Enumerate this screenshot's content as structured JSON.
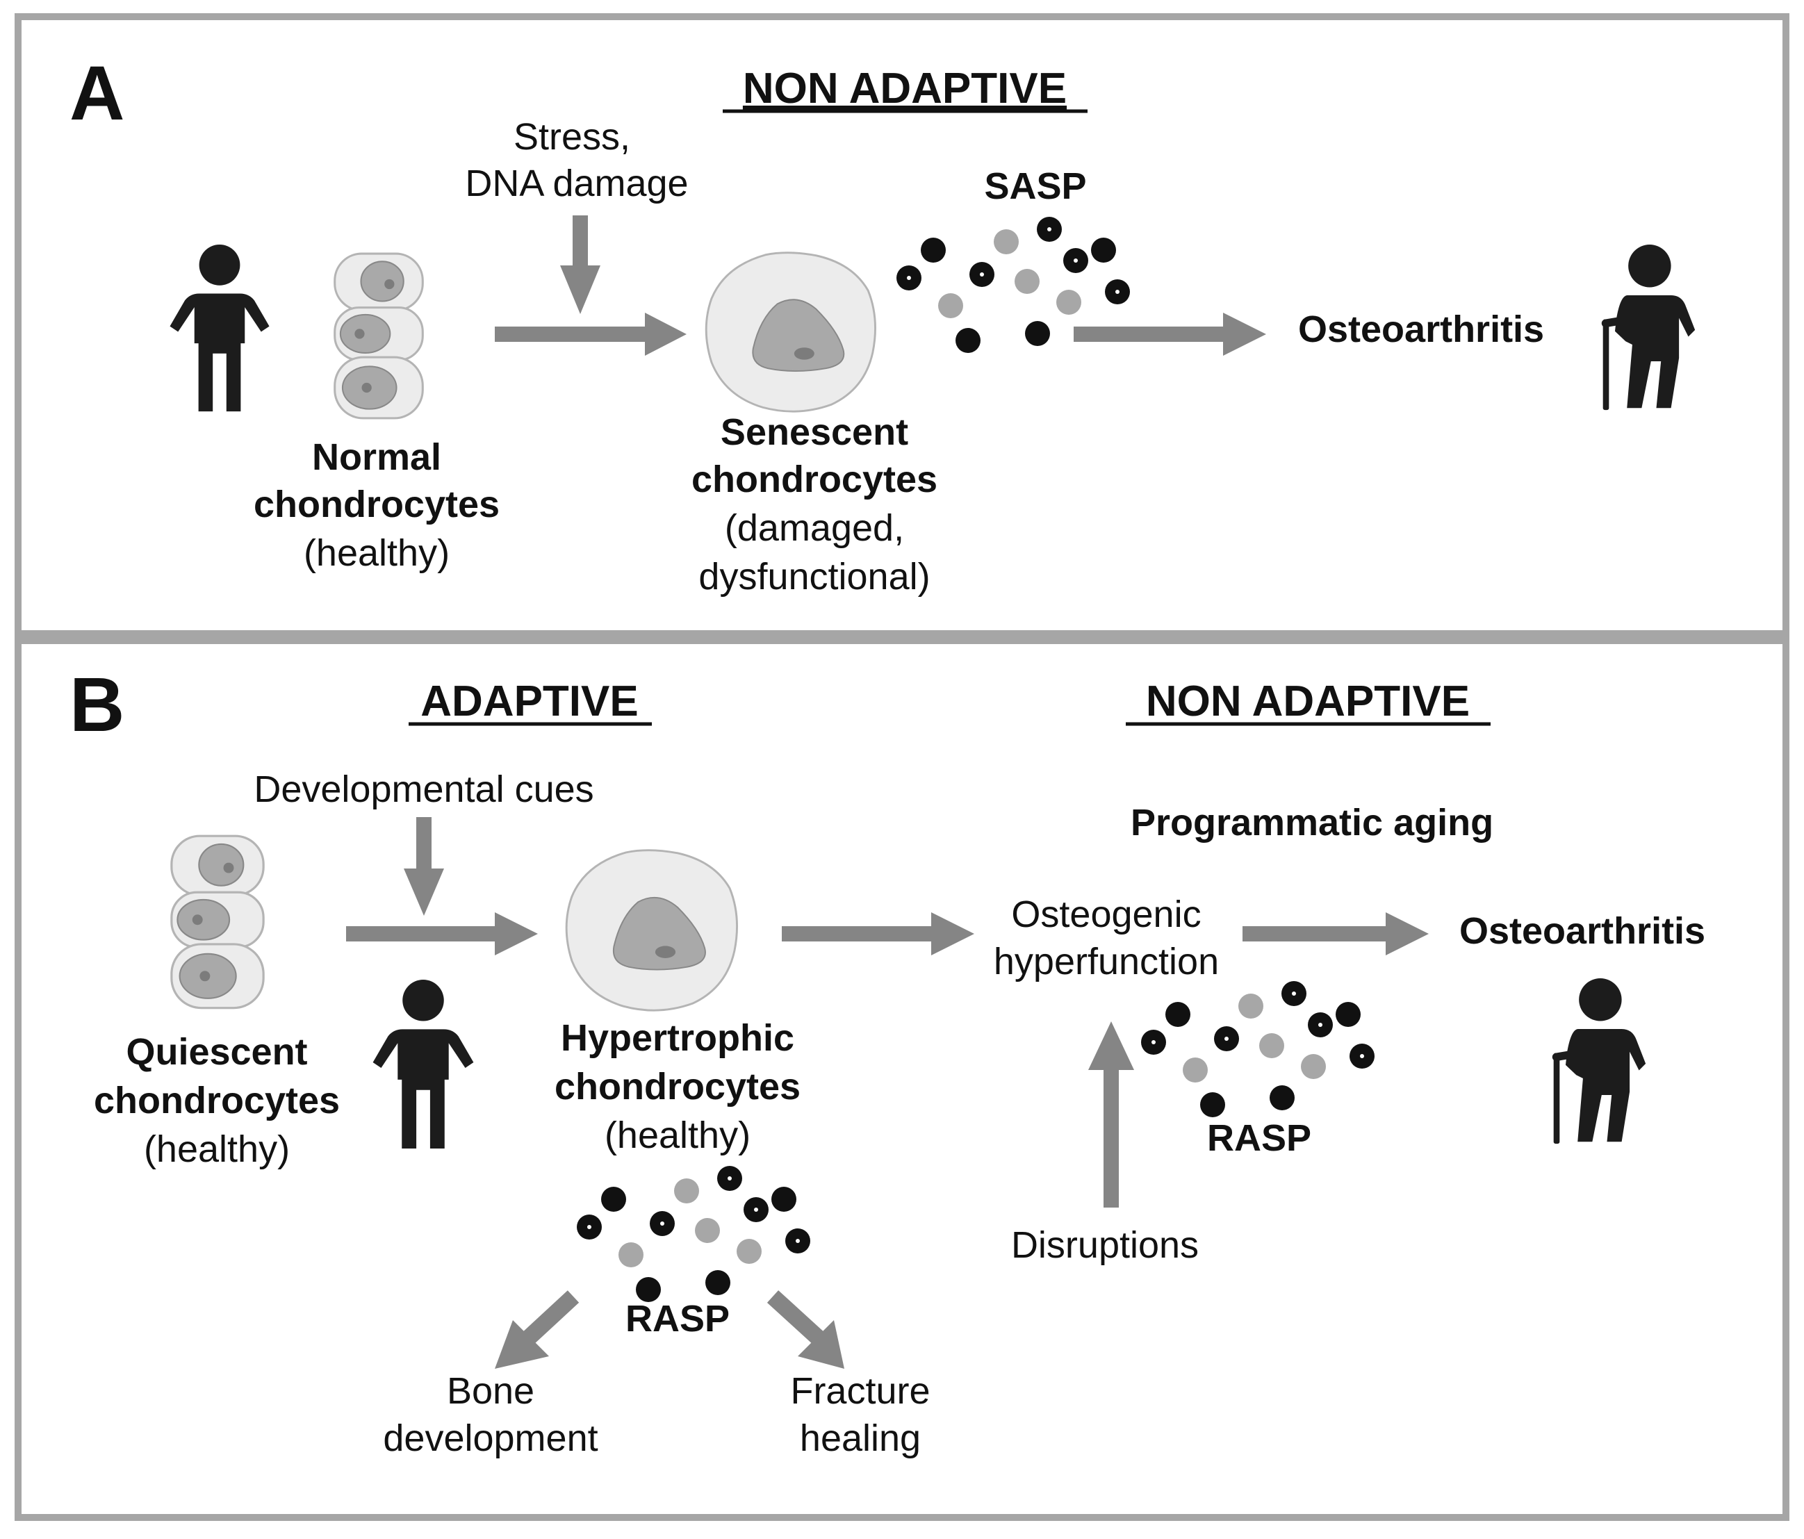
{
  "colors": {
    "frame": "#a6a6a6",
    "arrow": "#858585",
    "figure": "#1c1c1c",
    "cell_fill": "#ececec",
    "cell_outline": "#b4b4b4",
    "nucleus": "#a9a9a9",
    "nucleolus": "#7c7c7c",
    "dot_dark": "#111111",
    "dot_light": "#a7a7a7"
  },
  "icons": {
    "child": "child-figure-icon",
    "elder": "elderly-person-with-cane-icon",
    "cells": "chondrocyte-cell-icon",
    "factors": "secreted-factor-dots-icon"
  },
  "panel_a": {
    "label": "A",
    "heading": "NON ADAPTIVE",
    "stress_line1": "Stress,",
    "stress_line2": "DNA damage",
    "sasp": "SASP",
    "outcome": "Osteoarthritis",
    "normal_line1": "Normal",
    "normal_line2": "chondrocytes",
    "normal_line3": "(healthy)",
    "senescent_line1": "Senescent",
    "senescent_line2": "chondrocytes",
    "senescent_line3": "(damaged,",
    "senescent_line4": "dysfunctional)"
  },
  "panel_b": {
    "label": "B",
    "heading_adaptive": "ADAPTIVE",
    "heading_nonadaptive": "NON ADAPTIVE",
    "cues": "Developmental cues",
    "programmatic": "Programmatic aging",
    "osteogenic_line1": "Osteogenic",
    "osteogenic_line2": "hyperfunction",
    "outcome": "Osteoarthritis",
    "quiescent_line1": "Quiescent",
    "quiescent_line2": "chondrocytes",
    "quiescent_line3": "(healthy)",
    "hypertrophic_line1": "Hypertrophic",
    "hypertrophic_line2": "chondrocytes",
    "hypertrophic_line3": "(healthy)",
    "rasp_center": "RASP",
    "rasp_right": "RASP",
    "disruptions": "Disruptions",
    "bone_line1": "Bone",
    "bone_line2": "development",
    "fracture_line1": "Fracture",
    "fracture_line2": "healing"
  }
}
